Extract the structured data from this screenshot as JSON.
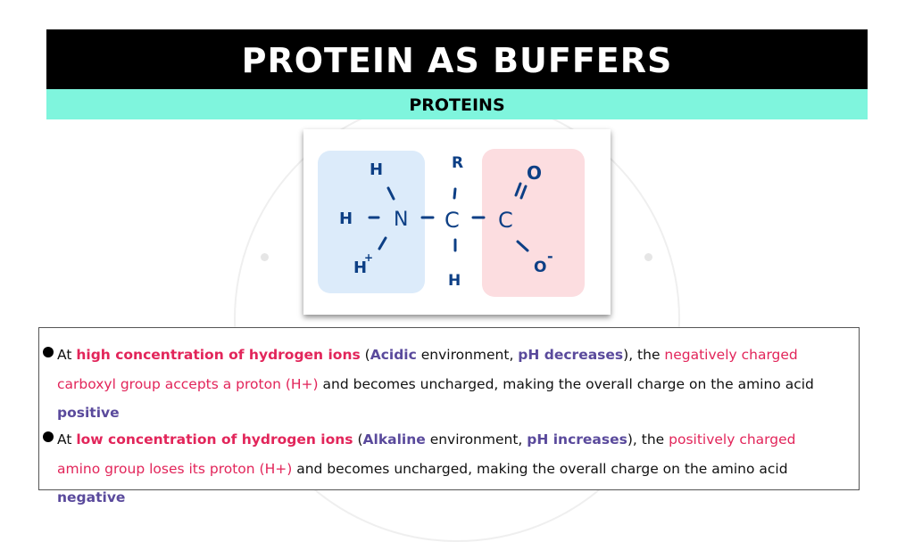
{
  "title": "PROTEIN AS BUFFERS",
  "subtitle": "PROTEINS",
  "diagram": {
    "atoms": {
      "h_top": "H",
      "h_left": "H",
      "n": "N",
      "h_plus": "H",
      "plus": "+",
      "c_alpha": "C",
      "r": "R",
      "h_bottom": "H",
      "c_carboxyl": "C",
      "o_double": "O",
      "o_minus": "O",
      "minus": "-"
    },
    "amino_region_color": "#dcebfa",
    "carboxyl_region_color": "#fcdde0",
    "ink_color": "#0d3f85"
  },
  "bullets": [
    {
      "parts": [
        {
          "t": "At ",
          "s": ""
        },
        {
          "t": "high concentration of hydrogen ions",
          "s": "redb"
        },
        {
          "t": " (",
          "s": ""
        },
        {
          "t": "Acidic",
          "s": "pur"
        },
        {
          "t": " environment, ",
          "s": ""
        },
        {
          "t": "pH decreases",
          "s": "pur"
        },
        {
          "t": "), the ",
          "s": ""
        },
        {
          "t": "negatively charged carboxyl group accepts a proton (H+)",
          "s": "red"
        },
        {
          "t": " and becomes uncharged, making the overall charge on the amino acid ",
          "s": ""
        },
        {
          "t": "positive",
          "s": "pur"
        }
      ]
    },
    {
      "parts": [
        {
          "t": "At ",
          "s": ""
        },
        {
          "t": "low concentration of hydrogen ions",
          "s": "redb"
        },
        {
          "t": " (",
          "s": ""
        },
        {
          "t": "Alkaline",
          "s": "pur"
        },
        {
          "t": " environment, ",
          "s": ""
        },
        {
          "t": "pH increases",
          "s": "pur"
        },
        {
          "t": "), the ",
          "s": ""
        },
        {
          "t": "positively charged amino group loses its proton (H+)",
          "s": "red"
        },
        {
          "t": " and becomes uncharged, making the overall charge on the amino acid ",
          "s": ""
        },
        {
          "t": "negative",
          "s": "pur"
        }
      ]
    }
  ],
  "colors": {
    "title_bg": "#000000",
    "subtitle_bg": "#7ff5dd",
    "highlight_red": "#e2255a",
    "highlight_purple": "#5a4a9c"
  }
}
